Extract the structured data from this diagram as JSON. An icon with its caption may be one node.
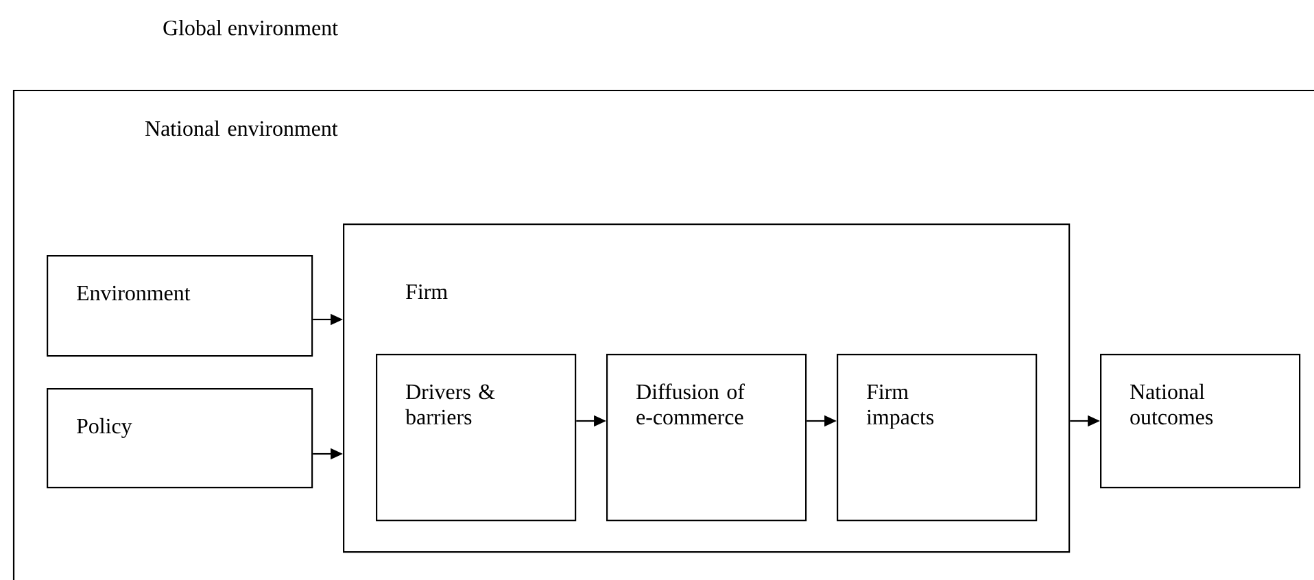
{
  "diagram": {
    "nodes": [
      {
        "text": [
          "National environment"
        ]
      },
      {
        "text": [
          "Environment"
        ],
        "in": 0
      },
      {
        "text": [
          "Policy"
        ],
        "in": 0
      },
      {
        "text": [
          "Firm"
        ],
        "in": 0
      },
      {
        "text": [
          "Drivers & barriers"
        ],
        "in": 3
      },
      {
        "text": [
          "Diffusion of e-commerce"
        ],
        "in": 3
      },
      {
        "text": [
          "Firm impacts"
        ],
        "in": 3
      },
      {
        "text": [
          "National outcomes"
        ],
        "in": 0
      }
    ],
    "edges": [
      {
        "from": 1,
        "to": 3,
        "arrow": "to"
      },
      {
        "from": 2,
        "to": 3,
        "arrow": "to"
      },
      {
        "from": 4,
        "to": 5,
        "arrow": "to"
      },
      {
        "from": 5,
        "to": 6,
        "arrow": "to"
      },
      {
        "from": 3,
        "to": 7,
        "arrow": "to"
      }
    ],
    "labels": [
      "Global environment"
    ]
  }
}
